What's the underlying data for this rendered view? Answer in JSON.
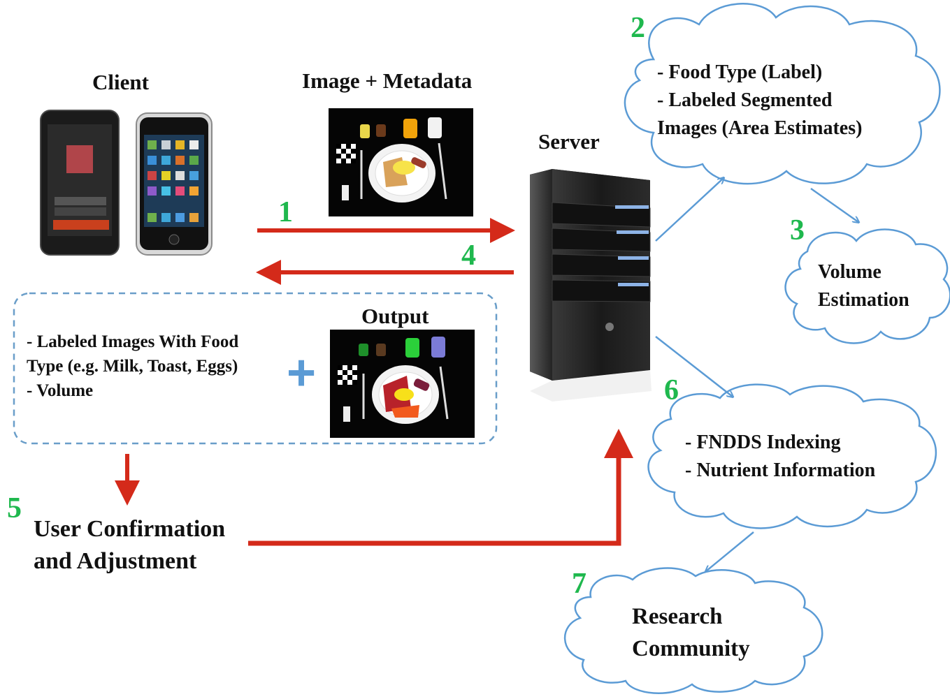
{
  "colors": {
    "accent_arrow": "#d42a1a",
    "flow_arrow": "#5b9bd5",
    "step_number": "#1fb84e",
    "cloud_stroke": "#5b9bd5",
    "dashed_box": "#6a9ec9"
  },
  "labels": {
    "client": "Client",
    "image_metadata": "Image + Metadata",
    "server": "Server",
    "output": "Output",
    "user_confirm_line1": "User Confirmation",
    "user_confirm_line2": "and Adjustment"
  },
  "steps": [
    "1",
    "2",
    "3",
    "4",
    "5",
    "6",
    "7"
  ],
  "output_box": {
    "line1": "- Labeled Images With Food",
    "line2": "Type  (e.g. Milk, Toast, Eggs)",
    "line3": "- Volume",
    "plus": "+"
  },
  "clouds": {
    "c2": {
      "line1": "- Food Type (Label)",
      "line2": "- Labeled Segmented",
      "line3": "Images (Area Estimates)"
    },
    "c3": {
      "line1": "Volume",
      "line2": "Estimation"
    },
    "c6": {
      "line1": "- FNDDS Indexing",
      "line2": "- Nutrient Information"
    },
    "c7": {
      "line1": "Research",
      "line2": "Community"
    }
  },
  "icons": [
    "smartphone-android-icon",
    "smartphone-iphone-icon",
    "server-tower-icon",
    "food-photo-icon",
    "food-photo-segmented-icon"
  ]
}
